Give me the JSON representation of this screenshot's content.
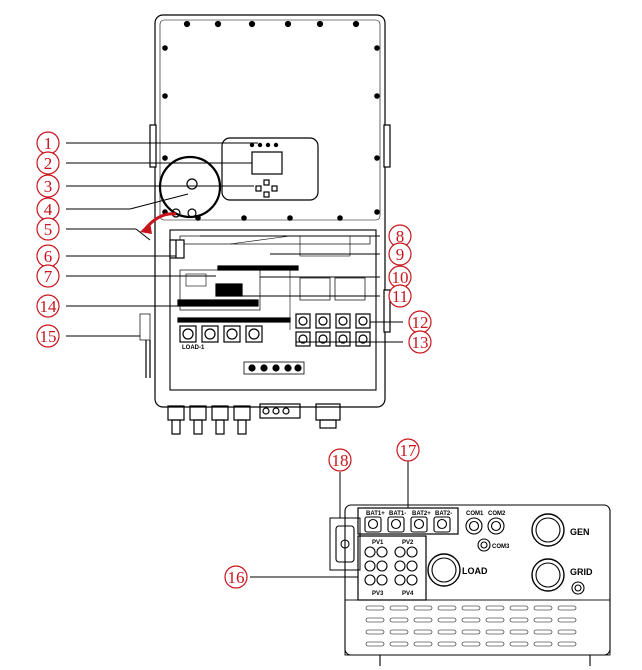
{
  "callouts": [
    "1",
    "2",
    "3",
    "4",
    "5",
    "6",
    "7",
    "8",
    "9",
    "10",
    "11",
    "12",
    "13",
    "14",
    "15",
    "16",
    "17",
    "18"
  ],
  "panel_labels": {
    "bat_ports": [
      "BAT1+",
      "BAT1-",
      "BAT2+",
      "BAT2-"
    ],
    "com1": "COM1",
    "com2": "COM2",
    "com3": "COM3",
    "gen": "GEN",
    "grid": "GRID",
    "load": "LOAD",
    "pv_labels": [
      "PV1",
      "PV2",
      "PV3",
      "PV4"
    ],
    "load_terminal": "LOAD-1"
  },
  "colors": {
    "callout": "#c8141c",
    "line": "#000000"
  },
  "icons": [
    "arrow-icon",
    "lcd-screen",
    "button-icon",
    "knob-icon"
  ]
}
